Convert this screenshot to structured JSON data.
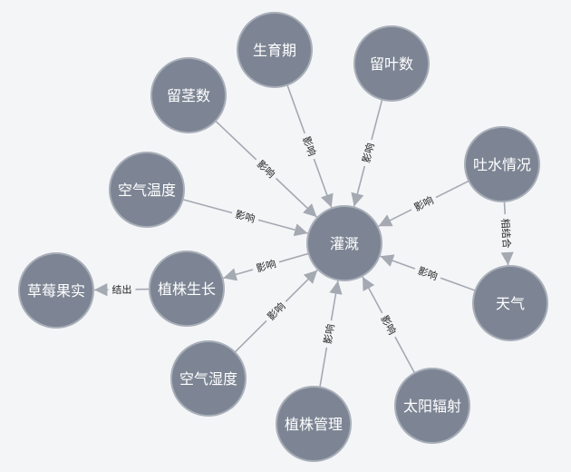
{
  "diagram": {
    "nodes": [
      {
        "id": "center",
        "label": "灌溉"
      },
      {
        "id": "shengyuqi",
        "label": "生育期"
      },
      {
        "id": "liuyeshu",
        "label": "留叶数"
      },
      {
        "id": "liujingshu",
        "label": "留茎数"
      },
      {
        "id": "kongqiwendu",
        "label": "空气温度"
      },
      {
        "id": "tushui",
        "label": "吐水情况"
      },
      {
        "id": "zhizhu",
        "label": "植株生长"
      },
      {
        "id": "caomei",
        "label": "草莓果实"
      },
      {
        "id": "tianqi",
        "label": "天气"
      },
      {
        "id": "kongqishidu",
        "label": "空气湿度"
      },
      {
        "id": "zhizhuguanli",
        "label": "植株管理"
      },
      {
        "id": "taiyang",
        "label": "太阳辐射"
      }
    ],
    "edges": [
      {
        "from": "shengyuqi",
        "to": "center",
        "label": "影响"
      },
      {
        "from": "liuyeshu",
        "to": "center",
        "label": "影响"
      },
      {
        "from": "liujingshu",
        "to": "center",
        "label": "影响"
      },
      {
        "from": "kongqiwendu",
        "to": "center",
        "label": "影响"
      },
      {
        "from": "tushui",
        "to": "center",
        "label": "影响"
      },
      {
        "from": "tianqi",
        "to": "center",
        "label": "影响"
      },
      {
        "from": "center",
        "to": "zhizhu",
        "label": "影响"
      },
      {
        "from": "zhizhu",
        "to": "caomei",
        "label": "结出"
      },
      {
        "from": "kongqishidu",
        "to": "center",
        "label": "影响"
      },
      {
        "from": "zhizhuguanli",
        "to": "center",
        "label": "影响"
      },
      {
        "from": "taiyang",
        "to": "center",
        "label": "影响"
      },
      {
        "from": "tushui",
        "to": "tianqi",
        "label": "相结合"
      }
    ]
  }
}
